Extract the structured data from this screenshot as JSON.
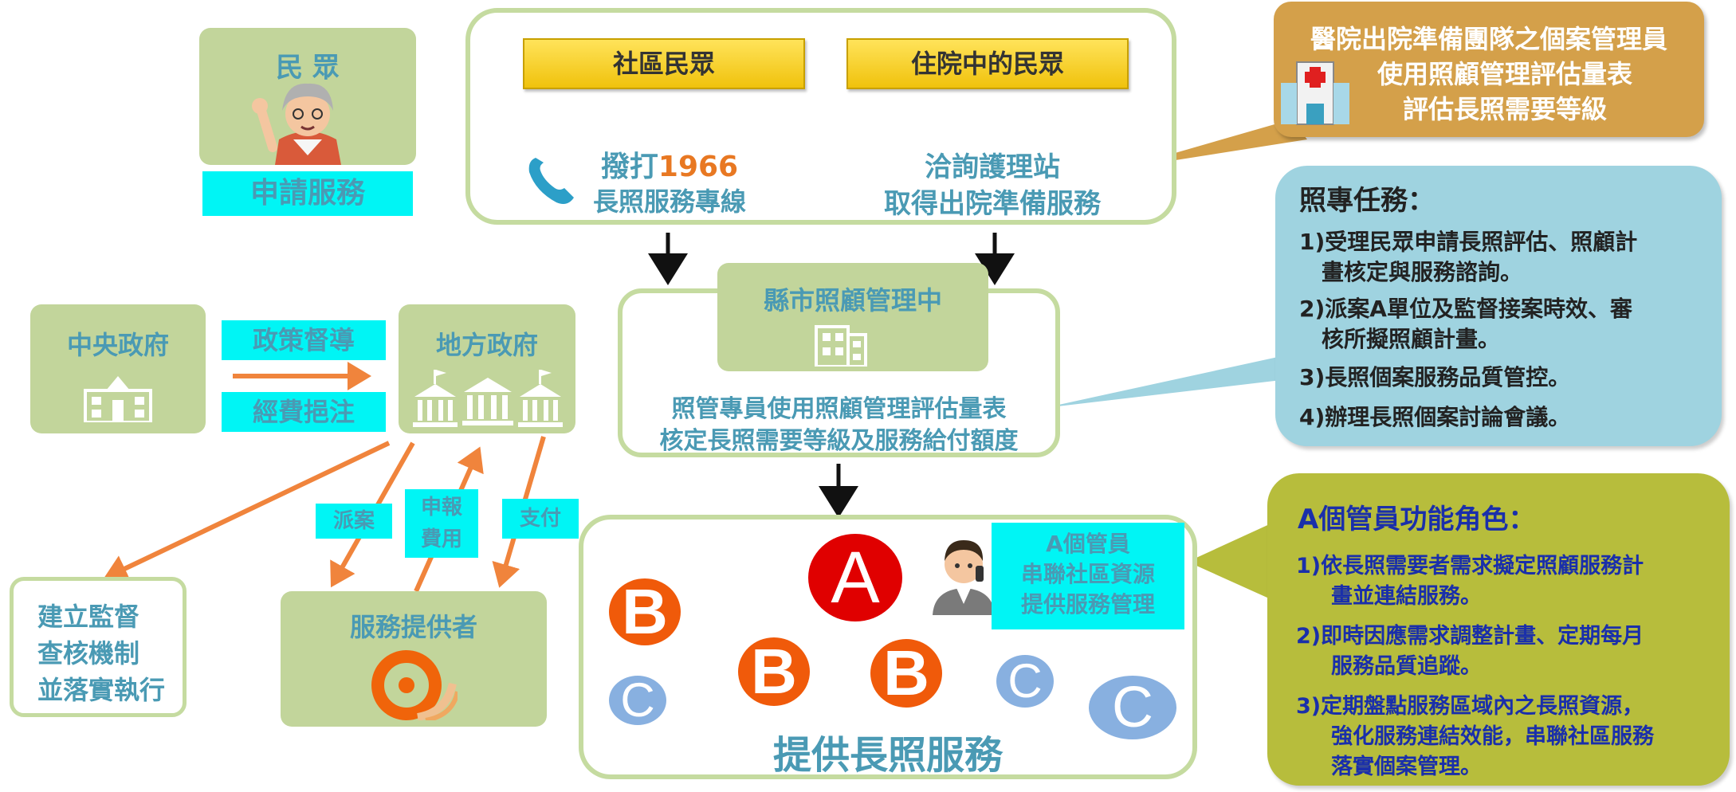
{
  "citizen": {
    "title": "民 眾",
    "apply": "申請服務"
  },
  "intake": {
    "community": "社區民眾",
    "inpatient": "住院中的民眾",
    "hotline_pre": "撥打",
    "hotline_num": "1966",
    "hotline_sub": "長照服務專線",
    "station_1": "洽詢護理站",
    "station_2": "取得出院準備服務"
  },
  "hospital_note": {
    "line1": "醫院出院準備團隊之個案管理員",
    "line2": "使用照顧管理評估量表",
    "line3": "評估長照需要等級"
  },
  "center": {
    "title": "縣市照顧管理中",
    "desc1": "照管專員使用照顧管理評估量表",
    "desc2": "核定長照需要等級及服務給付額度"
  },
  "duty": {
    "title": "照專任務：",
    "items": [
      "1)受理民眾申請長照評估、照顧計",
      "畫核定與服務諮詢。",
      "2)派案A單位及監督接案時效、審",
      "核所擬照顧計畫。",
      "3)長照個案服務品質管控。",
      "4)辦理長照個案討論會議。"
    ]
  },
  "gov": {
    "central": "中央政府",
    "local": "地方政府",
    "policy": "政策督導",
    "funding": "經費挹注",
    "dispatch": "派案",
    "report_1": "申報",
    "report_2": "費用",
    "pay": "支付",
    "supervise_1": "建立監督",
    "supervise_2": "查核機制",
    "supervise_3": "並落實執行",
    "provider": "服務提供者"
  },
  "service": {
    "title": "提供長照服務",
    "manager_1": "A個管員",
    "manager_2": "串聯社區資源",
    "manager_3": "提供服務管理",
    "node_a": "A",
    "node_b": "B",
    "node_c": "C"
  },
  "a_role": {
    "title": "A個管員功能角色：",
    "items": [
      "1)依長照需要者需求擬定照顧服務計",
      "畫並連結服務。",
      "2)即時因應需求調整計畫、定期每月",
      "服務品質追蹤。",
      "3)定期盤點服務區域內之長照資源，",
      "強化服務連結效能，串聯社區服務",
      "落實個案管理。"
    ]
  },
  "colors": {
    "green": "#c2d59b",
    "cyan": "#00f5f5",
    "teal_text": "#4a9ab4",
    "orange": "#f0843c",
    "red_node": "#e00000",
    "orange_node": "#f05a0a",
    "blue_node": "#88b0e0",
    "duty_bg": "#9fd3e0",
    "role_bg": "#b7bd3c",
    "hospital_bg": "#d4a04a"
  }
}
